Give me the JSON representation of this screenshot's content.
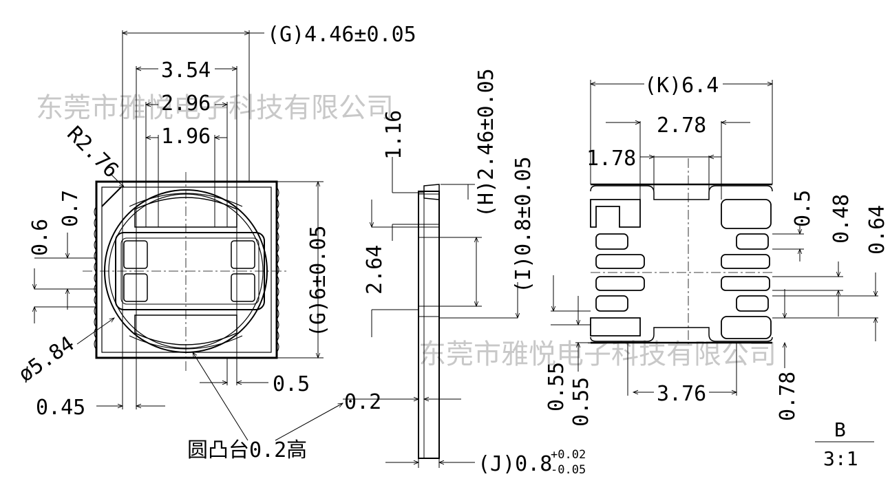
{
  "watermark": "东莞市雅悦电子科技有限公司",
  "labels": {
    "g_width": "(G)4.46±0.05",
    "d354": "3.54",
    "d296": "2.96",
    "d196": "1.96",
    "r276": "R2.76",
    "d07": "0.7",
    "d06": "0.6",
    "g_height": "(G)6±0.05",
    "d584": "ø5.84",
    "d05": "0.5",
    "d045": "0.45",
    "dome_note": "圆凸台0.2高",
    "d116": "1.16",
    "h_height": "(H)2.46±0.05",
    "i_height": "(I)0.8±0.05",
    "d264": "2.64",
    "d02": "0.2",
    "j_prefix": "(J)0.8",
    "j_tol_plus": "+0.02",
    "j_tol_minus": "-0.05",
    "k_width": "(K)6.4",
    "d278": "2.78",
    "d178": "1.78",
    "d05r": "0.5",
    "d048": "0.48",
    "d064": "0.64",
    "d055a": "0.55",
    "d055b": "0.55",
    "d376": "3.76",
    "d078": "0.78",
    "view_name": "B",
    "scale": "3:1"
  }
}
